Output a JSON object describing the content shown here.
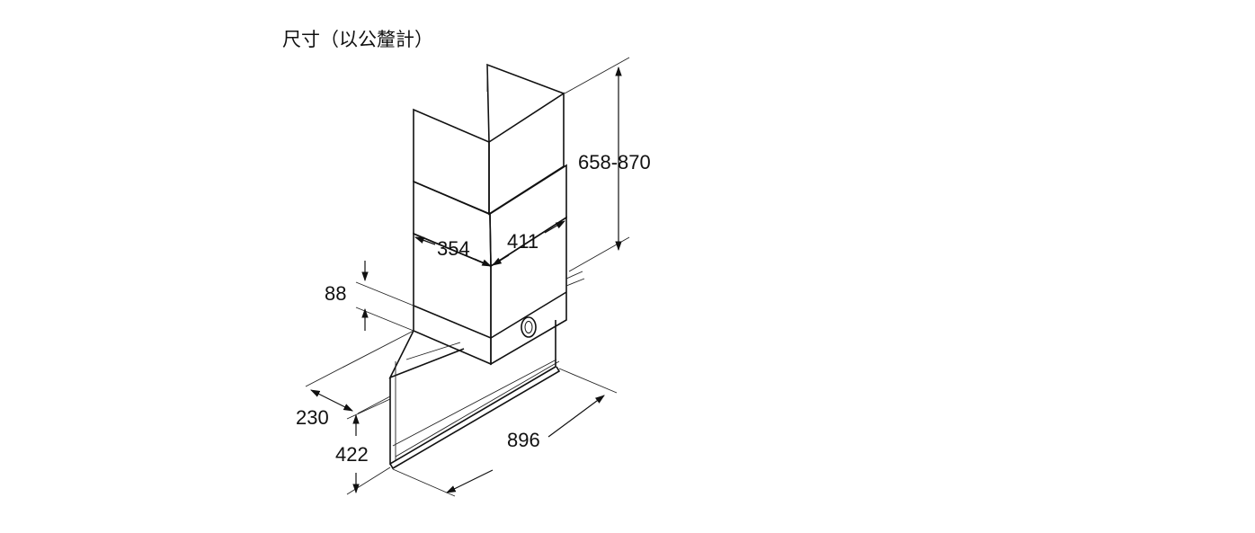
{
  "title": "尺寸（以公釐計）",
  "dimensions": {
    "chimney_height": "658-870",
    "chimney_width": "354",
    "chimney_depth": "411",
    "glass_height": "88",
    "canopy_depth": "230",
    "panel_height": "422",
    "overall_width": "896"
  },
  "colors": {
    "line": "#111111",
    "background": "#ffffff"
  }
}
